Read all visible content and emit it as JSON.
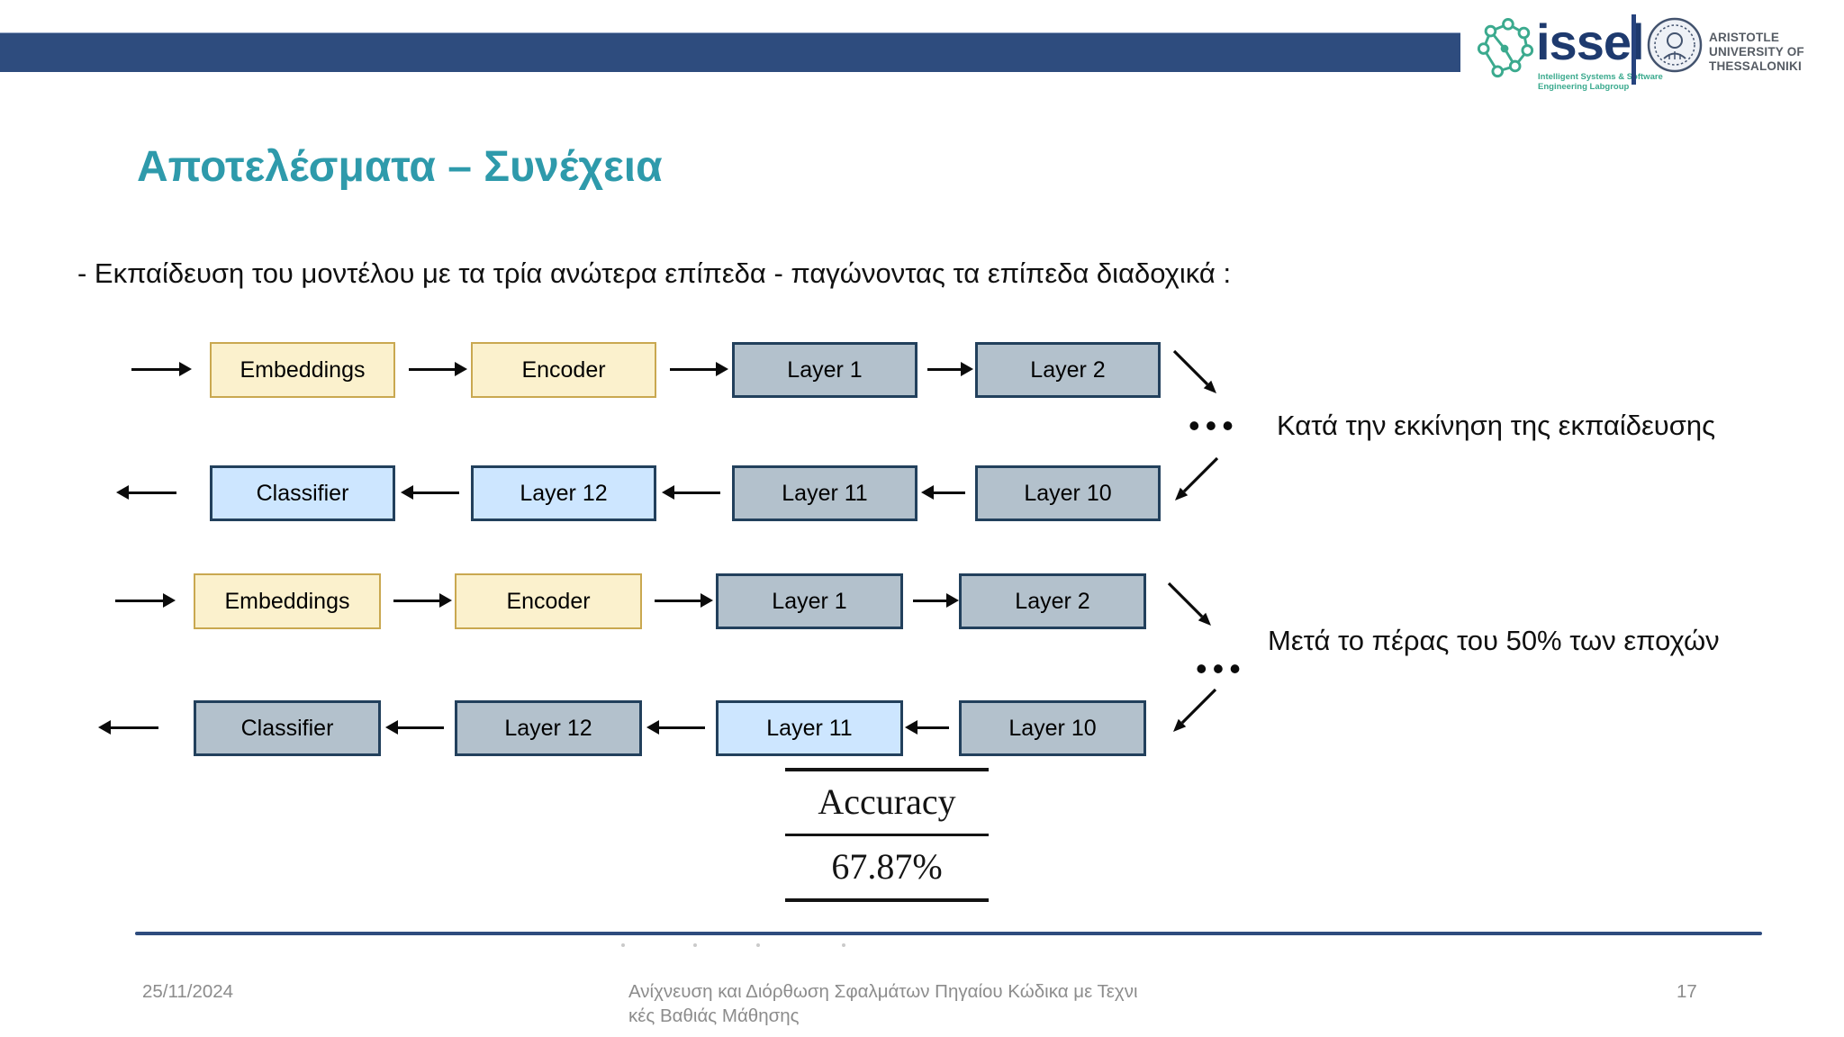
{
  "slide": {
    "title": "Αποτελέσματα – Συνέχεια",
    "subtitle": "- Εκπαίδευση του μοντέλου με τα τρία ανώτερα επίπεδα - παγώνοντας τα επίπεδα διαδοχικά :"
  },
  "header": {
    "issel": {
      "wordmark": "issel",
      "tagline_line1": "Intelligent Systems & Software",
      "tagline_line2": "Engineering Labgroup"
    },
    "university": {
      "line1": "ARISTOTLE",
      "line2": "UNIVERSITY OF",
      "line3": "THESSALONIKI"
    }
  },
  "diagram": {
    "rows": [
      {
        "direction": "right",
        "boxes": [
          {
            "label": "Embeddings",
            "style": "trainable-yellow"
          },
          {
            "label": "Encoder",
            "style": "trainable-yellow"
          },
          {
            "label": "Layer 1",
            "style": "frozen-gray"
          },
          {
            "label": "Layer 2",
            "style": "frozen-gray"
          }
        ]
      },
      {
        "direction": "left",
        "boxes": [
          {
            "label": "Classifier",
            "style": "trainable-blue"
          },
          {
            "label": "Layer 12",
            "style": "trainable-blue"
          },
          {
            "label": "Layer 11",
            "style": "frozen-gray"
          },
          {
            "label": "Layer 10",
            "style": "frozen-gray"
          }
        ]
      },
      {
        "direction": "right",
        "boxes": [
          {
            "label": "Embeddings",
            "style": "trainable-yellow"
          },
          {
            "label": "Encoder",
            "style": "trainable-yellow"
          },
          {
            "label": "Layer 1",
            "style": "frozen-gray"
          },
          {
            "label": "Layer 2",
            "style": "frozen-gray"
          }
        ]
      },
      {
        "direction": "left",
        "boxes": [
          {
            "label": "Classifier",
            "style": "frozen-gray"
          },
          {
            "label": "Layer 12",
            "style": "frozen-gray"
          },
          {
            "label": "Layer 11",
            "style": "trainable-blue"
          },
          {
            "label": "Layer 10",
            "style": "frozen-gray"
          }
        ]
      }
    ],
    "annotations": [
      {
        "dots": "•••",
        "text": "Κατά την εκκίνηση της εκπαίδευσης"
      },
      {
        "dots": "•••",
        "text": "Μετά το πέρας του 50% των εποχών"
      }
    ],
    "colors": {
      "trainable_yellow_fill": "#FBF1CD",
      "trainable_yellow_border": "#C9A850",
      "frozen_gray_fill": "#B3C1CC",
      "trainable_blue_fill": "#CDE6FF",
      "box_border_dark": "#22405C"
    }
  },
  "results_table": {
    "header": "Accuracy",
    "value": "67.87%"
  },
  "footer": {
    "date": "25/11/2024",
    "caption_line1": "Ανίχνευση και Διόρθωση Σφαλμάτων Πηγαίου Κώδικα με Τεχνι",
    "caption_line2": "κές Βαθιάς Μάθησης",
    "page_number": "17"
  },
  "theme": {
    "top_bar_color": "#2E4C7E",
    "title_color": "#2E9AAB",
    "footer_text_color": "#8C8C8C",
    "issel_green": "#3BAA8E",
    "issel_navy": "#1E3A6E"
  }
}
